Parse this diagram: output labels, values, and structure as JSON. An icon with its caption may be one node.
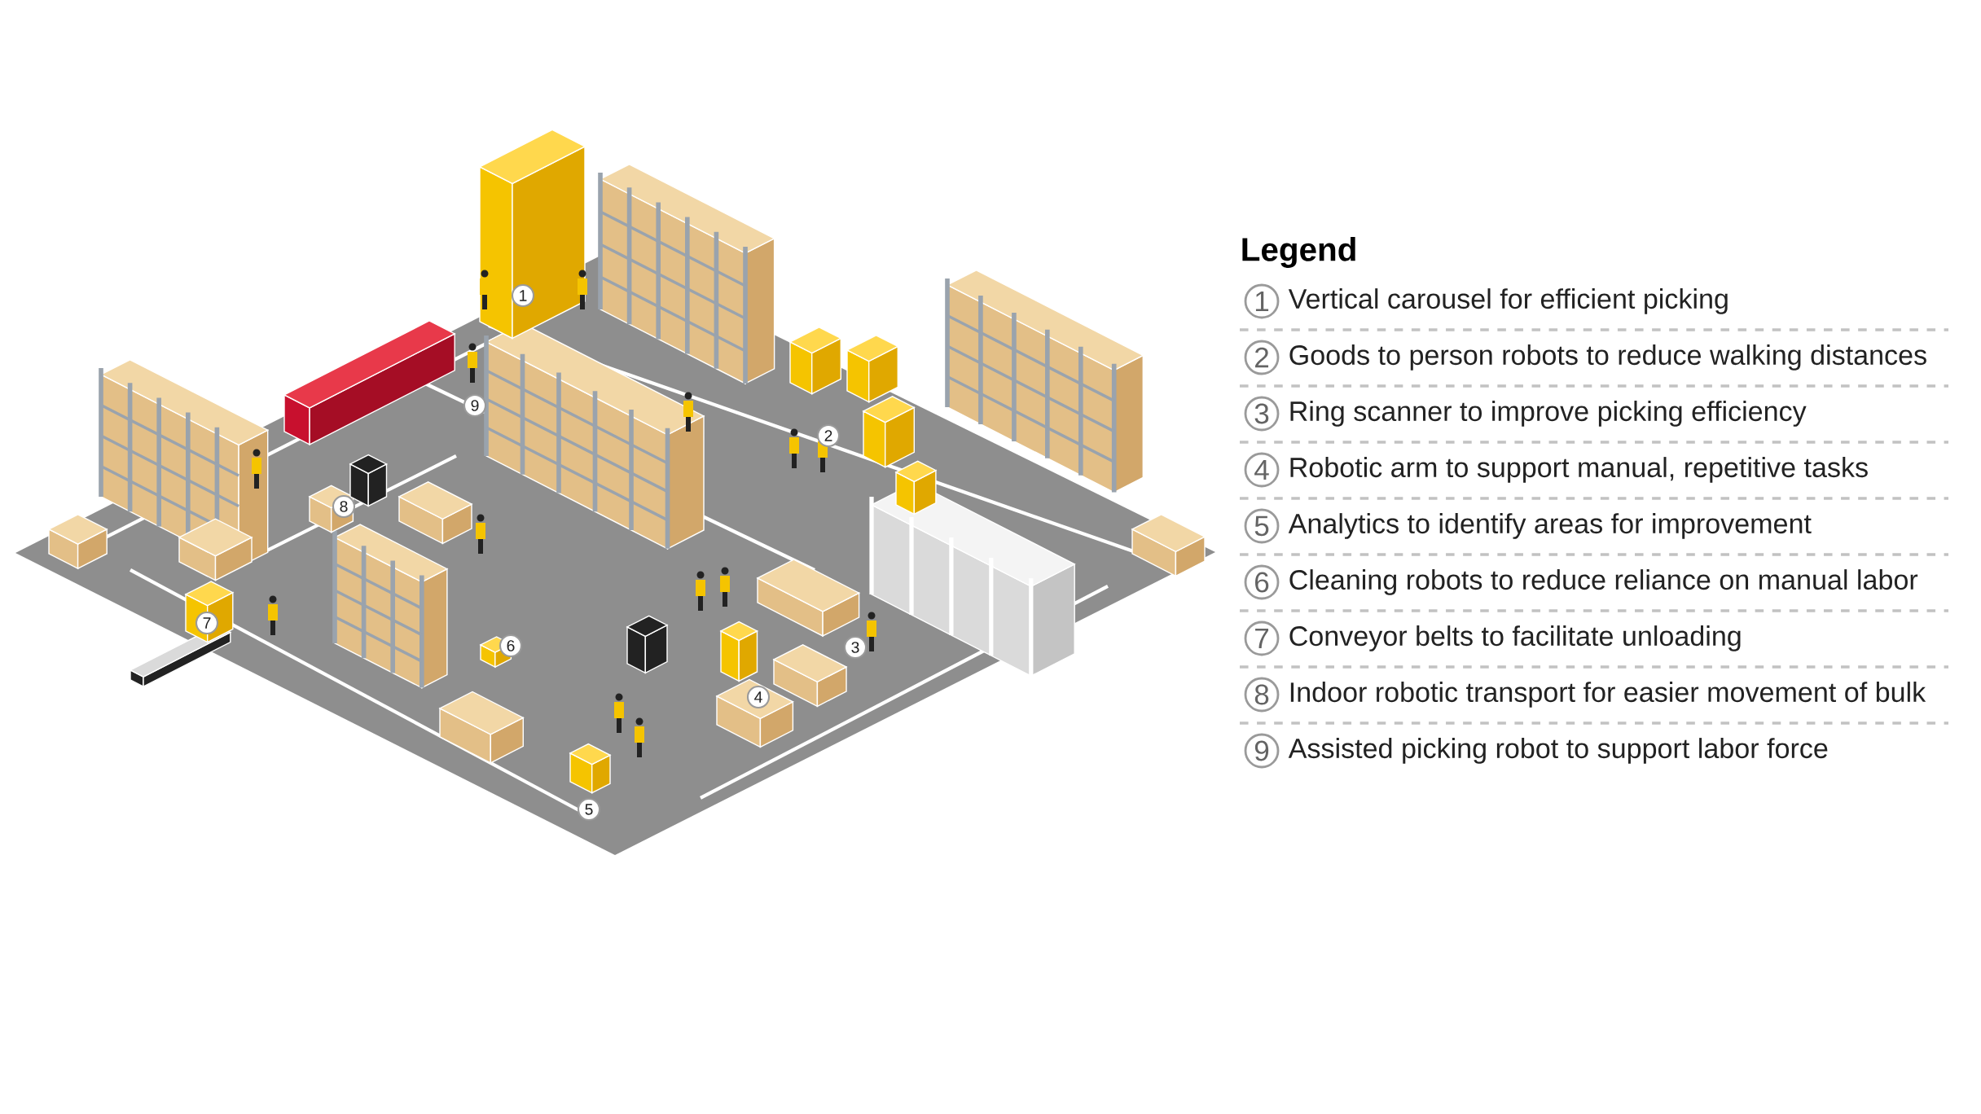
{
  "diagram": {
    "labels": [
      "1",
      "9",
      "2",
      "8",
      "7",
      "6",
      "3",
      "4",
      "5",
      "Legend",
      "1",
      "2",
      "3",
      "4",
      "5",
      "6",
      "7",
      "8",
      "9"
    ],
    "legend": [
      {
        "text": "Vertical carousel for efficient picking"
      },
      {
        "text": "Goods to person robots to reduce walking distances"
      },
      {
        "text": "Ring scanner to improve picking efficiency"
      },
      {
        "text": "Robotic arm to support manual, repetitive tasks"
      },
      {
        "text": "Analytics to identify areas for improvement"
      },
      {
        "text": "Cleaning robots to reduce reliance on manual labor"
      },
      {
        "text": "Conveyor belts to facilitate unloading"
      },
      {
        "text": "Indoor robotic transport for easier movement of bulk"
      },
      {
        "text": "Assisted picking robot to support labor force"
      }
    ]
  }
}
